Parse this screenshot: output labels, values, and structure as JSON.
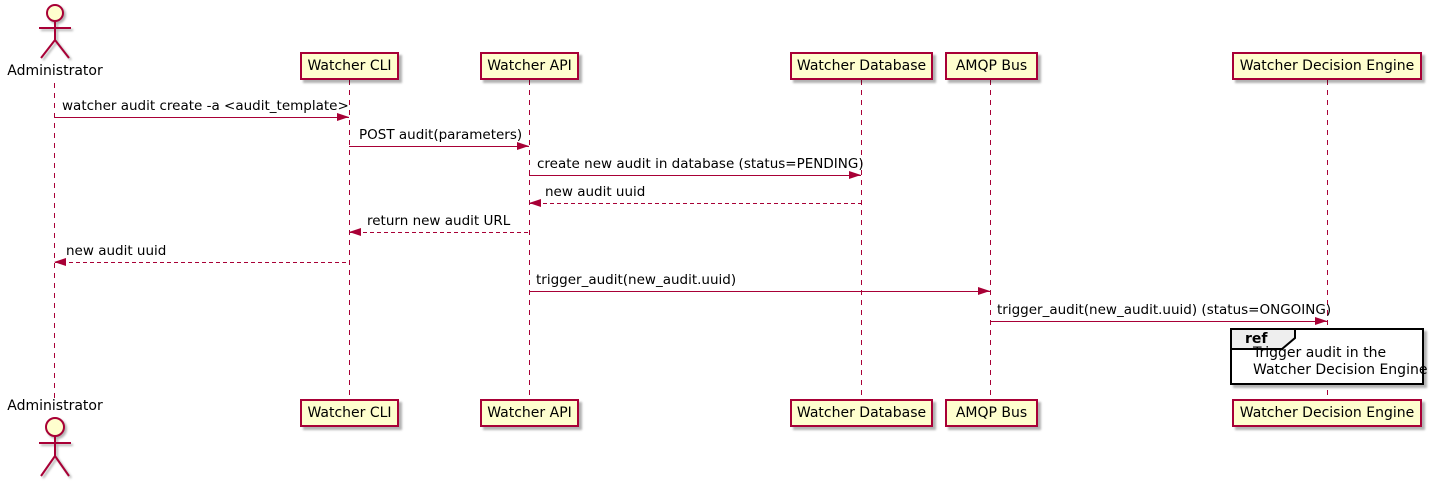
{
  "diagram_type": "sequence",
  "actor": {
    "name": "Administrator"
  },
  "participants": [
    {
      "name": "Watcher CLI"
    },
    {
      "name": "Watcher API"
    },
    {
      "name": "Watcher Database"
    },
    {
      "name": "AMQP Bus"
    },
    {
      "name": "Watcher Decision Engine"
    }
  ],
  "messages": [
    {
      "from": "Administrator",
      "to": "Watcher CLI",
      "label": "watcher audit create -a <audit_template>",
      "line_style": "solid"
    },
    {
      "from": "Watcher CLI",
      "to": "Watcher API",
      "label": "POST audit(parameters)",
      "line_style": "solid"
    },
    {
      "from": "Watcher API",
      "to": "Watcher Database",
      "label": "create new audit in database (status=PENDING)",
      "line_style": "solid"
    },
    {
      "from": "Watcher Database",
      "to": "Watcher API",
      "label": "new audit uuid",
      "line_style": "dashed"
    },
    {
      "from": "Watcher API",
      "to": "Watcher CLI",
      "label": "return new audit URL",
      "line_style": "dashed"
    },
    {
      "from": "Watcher CLI",
      "to": "Administrator",
      "label": "new audit uuid",
      "line_style": "dashed"
    },
    {
      "from": "Watcher API",
      "to": "AMQP Bus",
      "label": "trigger_audit(new_audit.uuid)",
      "line_style": "solid"
    },
    {
      "from": "AMQP Bus",
      "to": "Watcher Decision Engine",
      "label": "trigger_audit(new_audit.uuid) (status=ONGOING)",
      "line_style": "solid"
    }
  ],
  "ref_fragment": {
    "keyword": "ref",
    "over": "Watcher Decision Engine",
    "lines": [
      "Trigger audit in the",
      "Watcher Decision Engine"
    ]
  },
  "colors": {
    "stroke": "#A80036",
    "participant_fill": "#FEFECE",
    "text": "#000000",
    "ref_tab_fill": "#EEEEEE",
    "ref_border": "#000000",
    "background": "#FFFFFF"
  }
}
